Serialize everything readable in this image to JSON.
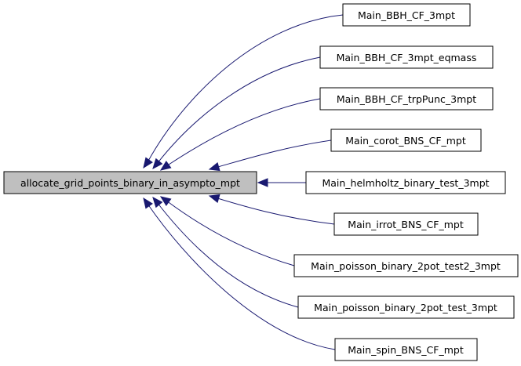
{
  "root": {
    "label": "allocate_grid_points_binary_in_asympto_mpt"
  },
  "callers": [
    {
      "label": "Main_BBH_CF_3mpt"
    },
    {
      "label": "Main_BBH_CF_3mpt_eqmass"
    },
    {
      "label": "Main_BBH_CF_trpPunc_3mpt"
    },
    {
      "label": "Main_corot_BNS_CF_mpt"
    },
    {
      "label": "Main_helmholtz_binary_test_3mpt"
    },
    {
      "label": "Main_irrot_BNS_CF_mpt"
    },
    {
      "label": "Main_poisson_binary_2pot_test2_3mpt"
    },
    {
      "label": "Main_poisson_binary_2pot_test_3mpt"
    },
    {
      "label": "Main_spin_BNS_CF_mpt"
    }
  ],
  "colors": {
    "edge": "#191970",
    "root_fill": "#bfbfbf",
    "node_fill": "#ffffff",
    "border": "#000000"
  }
}
